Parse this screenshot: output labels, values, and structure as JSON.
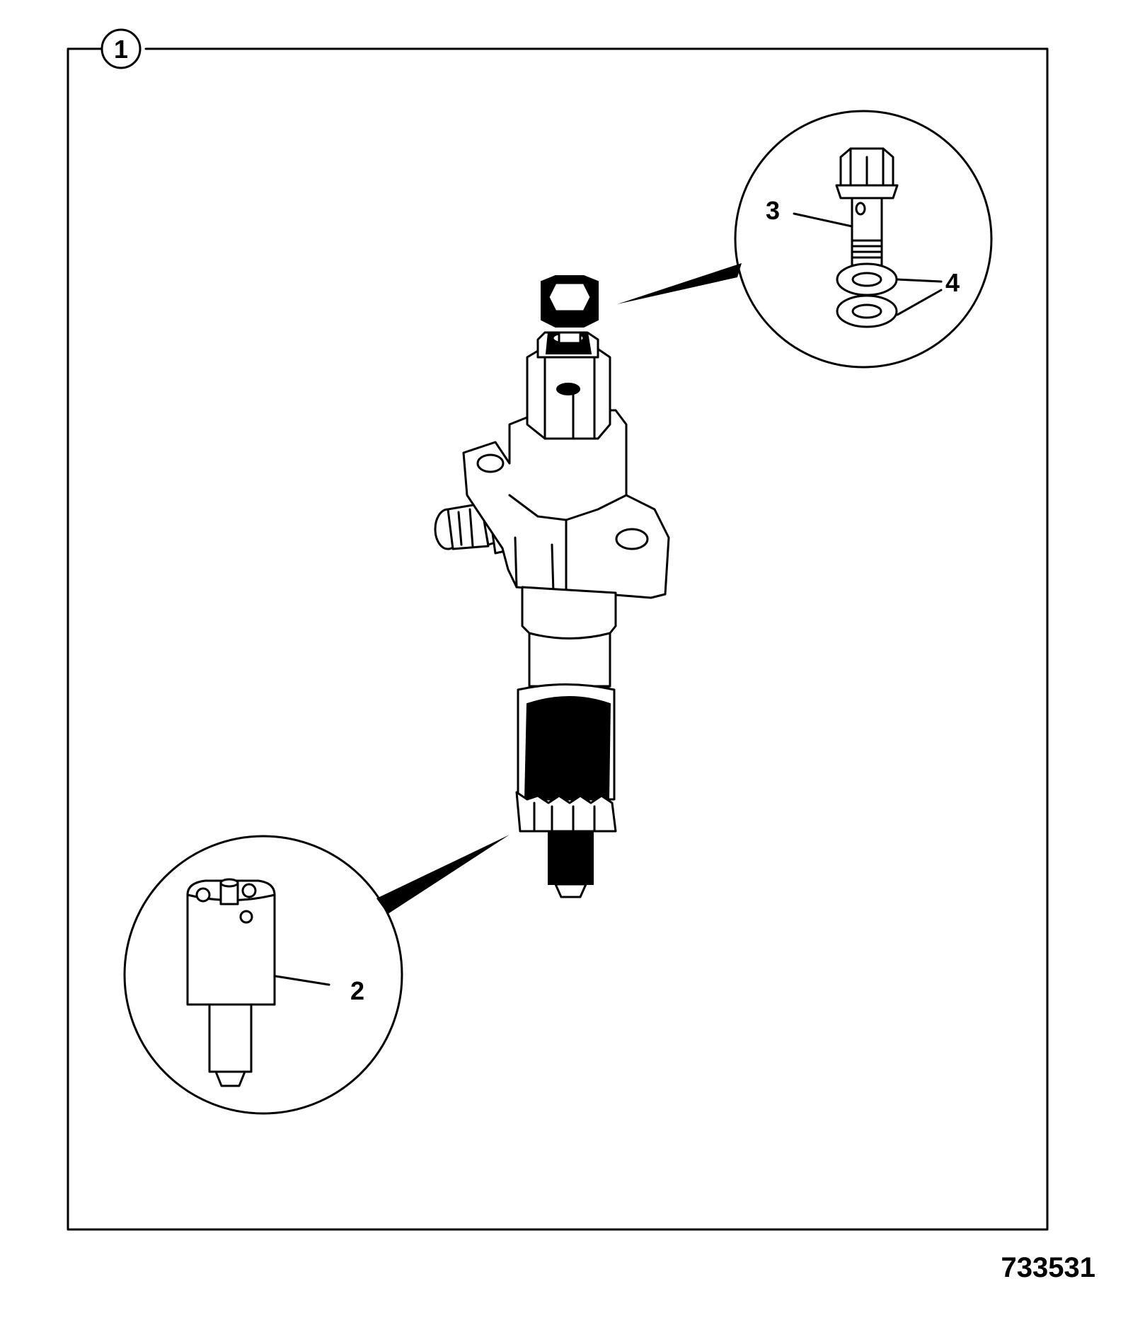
{
  "figure": {
    "callout_main": "1",
    "callout_nozzle": "2",
    "callout_banjo_bolt": "3",
    "callout_sealing_washers": "4",
    "drawing_number": "733531"
  },
  "colors": {
    "line": "#000000",
    "background": "#ffffff"
  }
}
